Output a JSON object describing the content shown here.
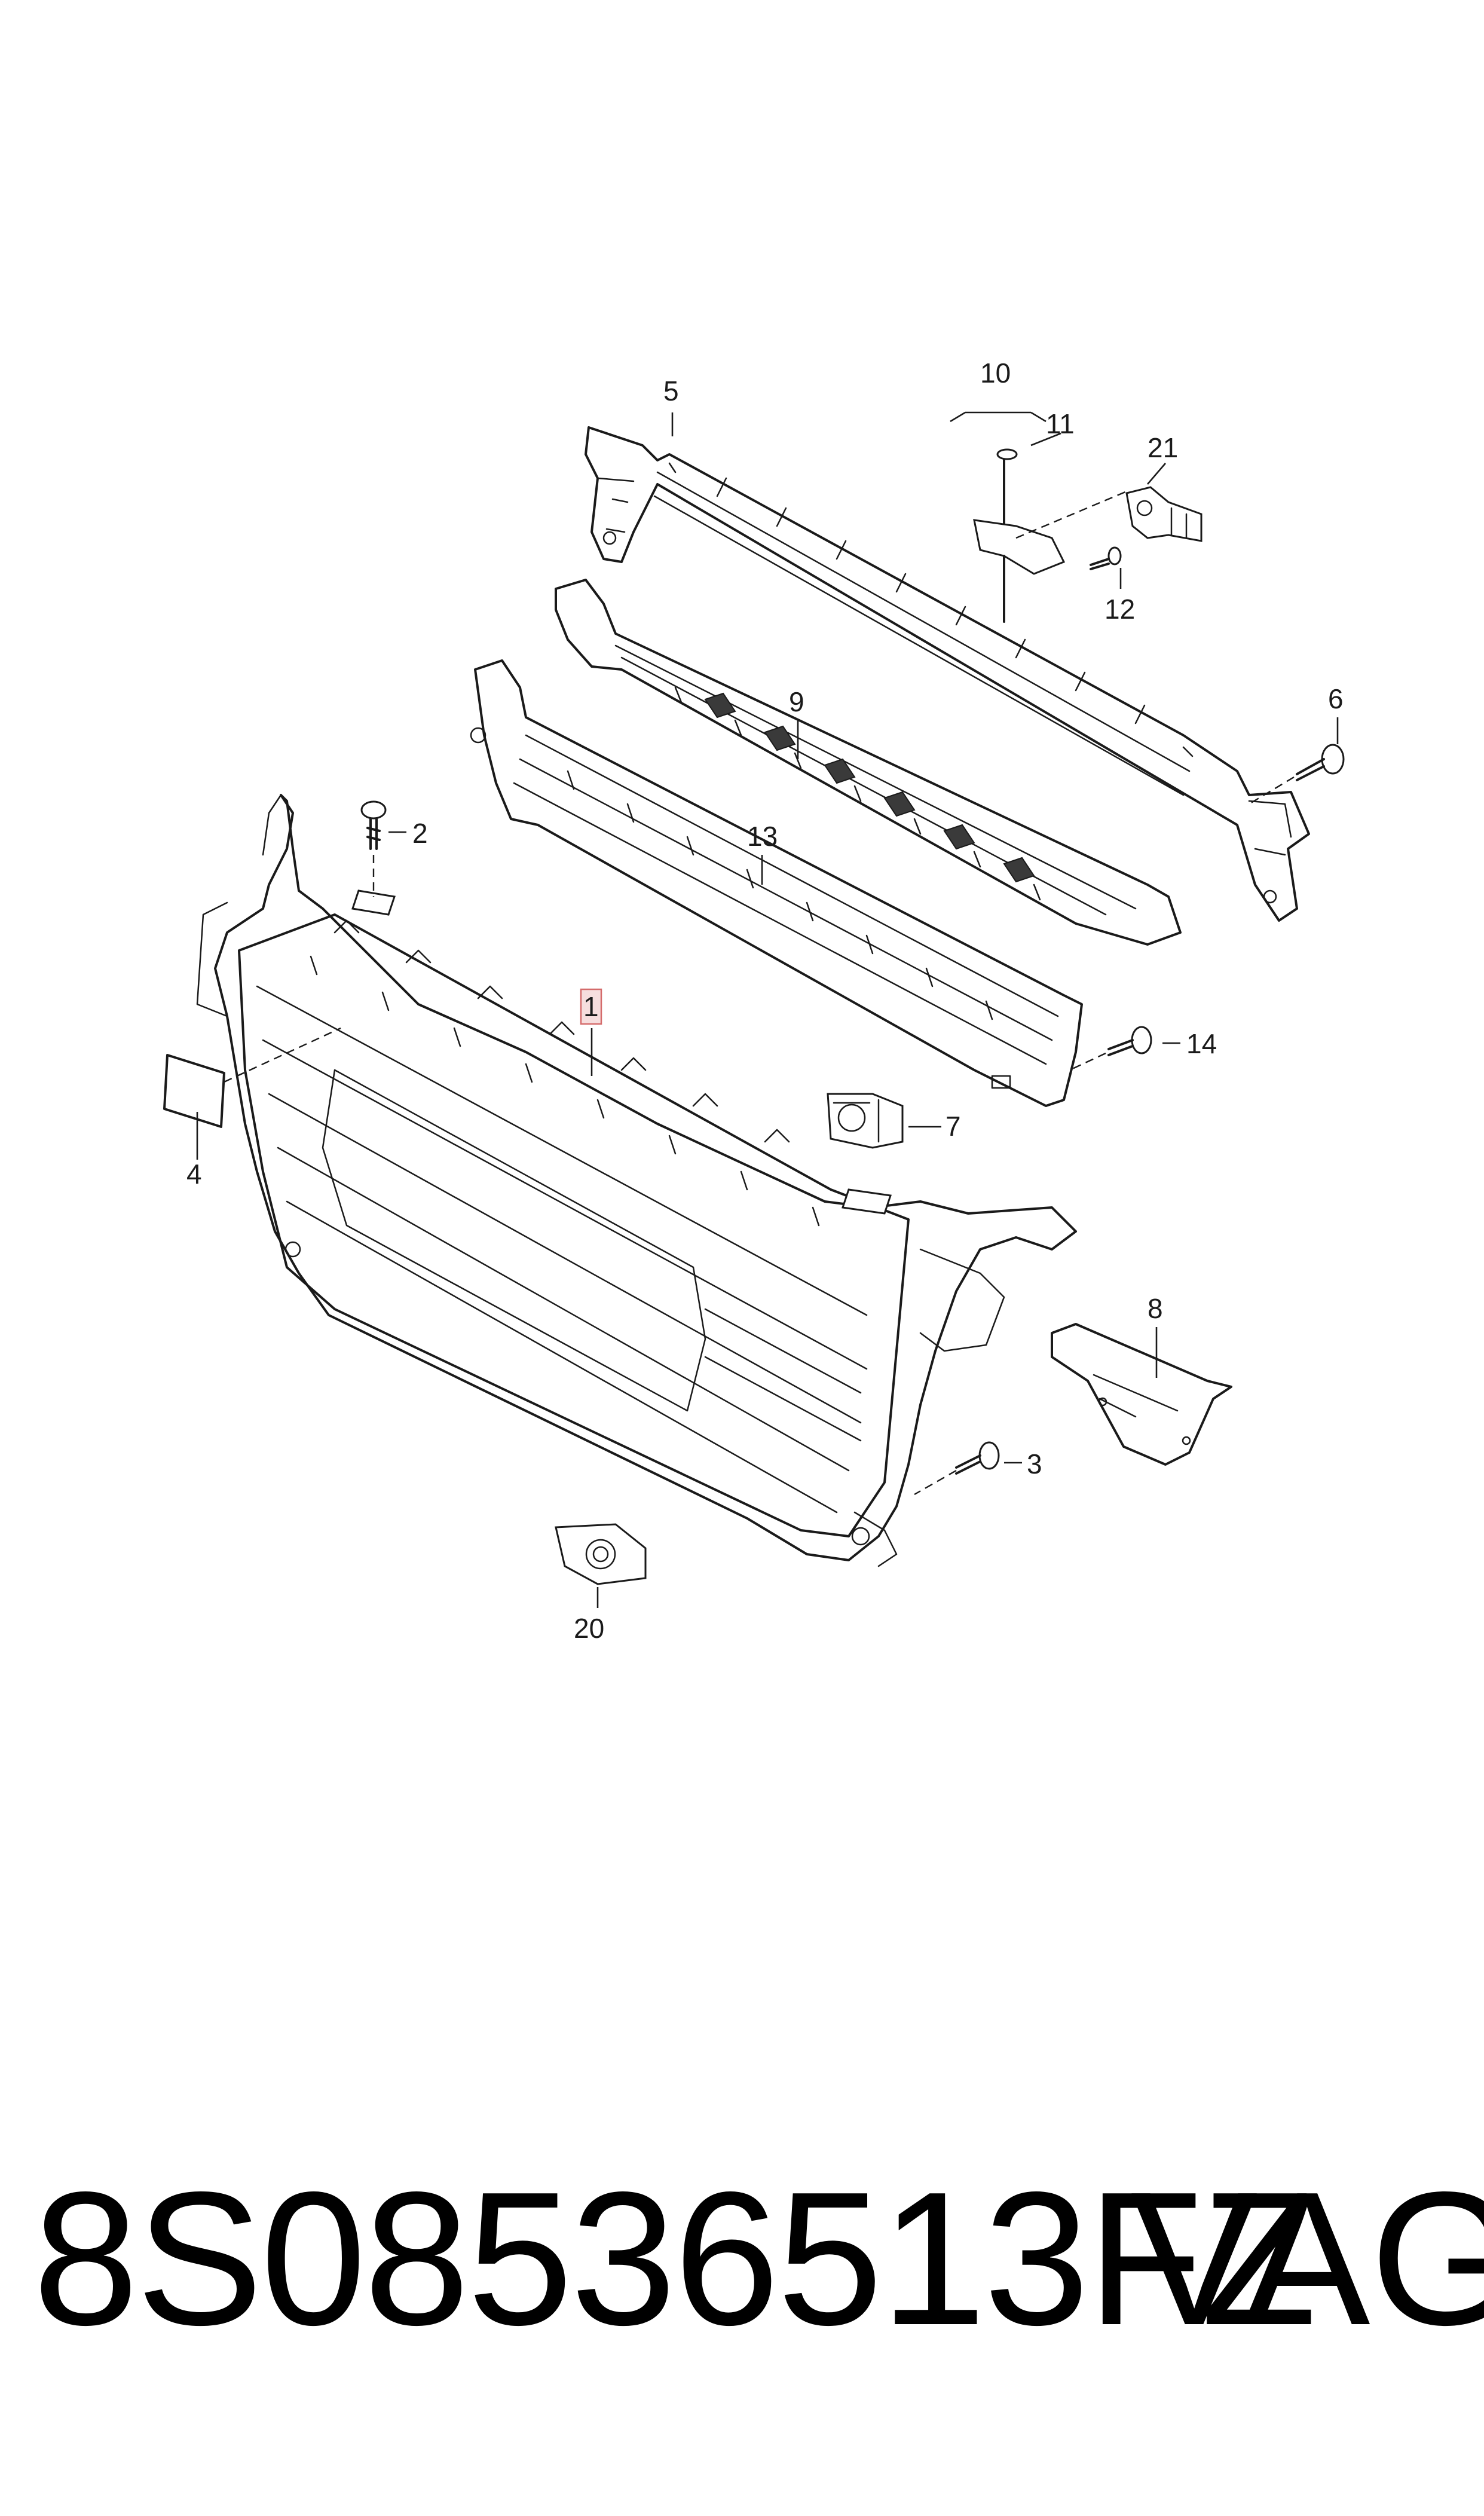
{
  "callouts": {
    "c1": "1",
    "c2": "2",
    "c3": "3",
    "c4": "4",
    "c5": "5",
    "c6": "6",
    "c7": "7",
    "c8": "8",
    "c9": "9",
    "c10": "10",
    "c11": "11",
    "c12": "12",
    "c13": "13",
    "c14": "14",
    "c20": "20",
    "c21": "21"
  },
  "highlighted_callout": "1",
  "footer": {
    "part_number": "8S08536513FZ",
    "brand": "VAG"
  },
  "colors": {
    "line": "#1a1a1a",
    "highlight_fill": "#f6dede",
    "highlight_stroke": "#d46b6b",
    "background": "#ffffff"
  }
}
